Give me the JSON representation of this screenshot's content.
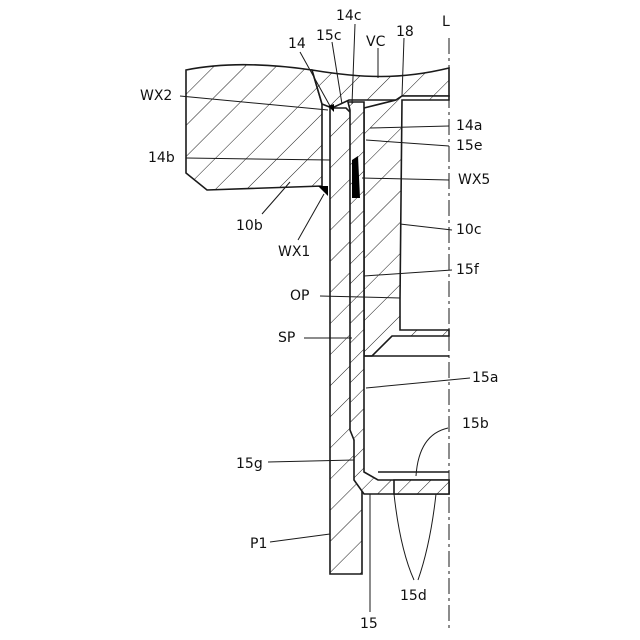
{
  "figure": {
    "axis_label": "L",
    "labels": {
      "l14c": "14c",
      "l14": "14",
      "l15c": "15c",
      "lVC": "VC",
      "l18": "18",
      "lWX2": "WX2",
      "l14a": "14a",
      "l15e": "15e",
      "l14b": "14b",
      "lWX5": "WX5",
      "l10b": "10b",
      "l10c": "10c",
      "lWX1": "WX1",
      "l15f": "15f",
      "lOP": "OP",
      "lSP": "SP",
      "l15a": "15a",
      "l15b": "15b",
      "l15g": "15g",
      "lP1": "P1",
      "l15d": "15d",
      "l15": "15"
    }
  },
  "colors": {
    "line": "#1a1a1a",
    "background": "#ffffff",
    "weld": "#000000"
  }
}
